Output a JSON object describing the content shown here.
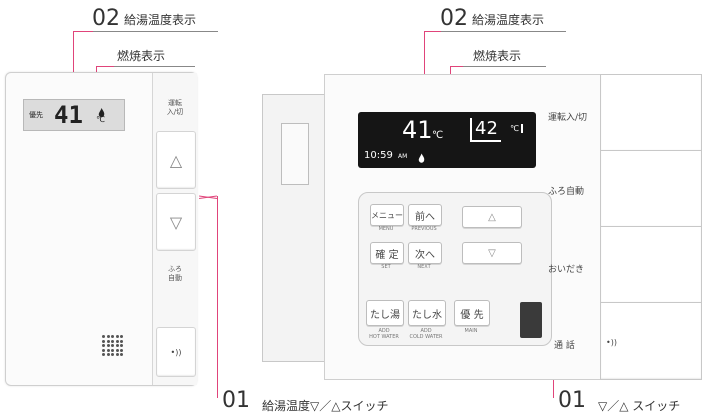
{
  "callouts": {
    "top_left": {
      "number": "02",
      "label": "給湯温度表示"
    },
    "top_left_sub": {
      "label": "燃焼表示"
    },
    "top_right": {
      "number": "02",
      "label": "給湯温度表示"
    },
    "top_right_sub": {
      "label": "燃焼表示"
    },
    "bottom_left": {
      "number": "01",
      "label": "給湯温度▽／△スイッチ"
    },
    "bottom_right": {
      "number": "01",
      "label": "▽／△ スイッチ"
    }
  },
  "small_remote": {
    "lcd_priority": "優先",
    "lcd_temp": "41",
    "lcd_unit": "℃",
    "power_label": "運転\n入/切",
    "up_symbol": "△",
    "down_symbol": "▽",
    "bath_label": "ふろ\n自動",
    "call_symbol": "•))"
  },
  "large_remote": {
    "lcd_temp": "41",
    "lcd_unit": "℃",
    "lcd_bath_temp": "42",
    "lcd_bath_unit": "℃",
    "lcd_time": "10:59",
    "lcd_ampm": "AM",
    "keys": {
      "menu": {
        "label": "メニュー",
        "sub": "MENU"
      },
      "prev": {
        "label": "前へ",
        "sub": "PREVIOUS"
      },
      "set": {
        "label": "確 定",
        "sub": "SET"
      },
      "next": {
        "label": "次へ",
        "sub": "NEXT"
      },
      "add_hot": {
        "label": "たし湯",
        "sub": "ADD\nHOT WATER"
      },
      "add_cold": {
        "label": "たし水",
        "sub": "ADD\nCOLD WATER"
      },
      "priority": {
        "label": "優 先",
        "sub": "MAIN"
      },
      "up": {
        "label": "△"
      },
      "down": {
        "label": "▽"
      }
    },
    "side": {
      "power": "運転入/切",
      "bath_auto": "ふろ自動",
      "reheat": "おいだき",
      "call": "通 話",
      "call_symbol": "•))"
    }
  }
}
